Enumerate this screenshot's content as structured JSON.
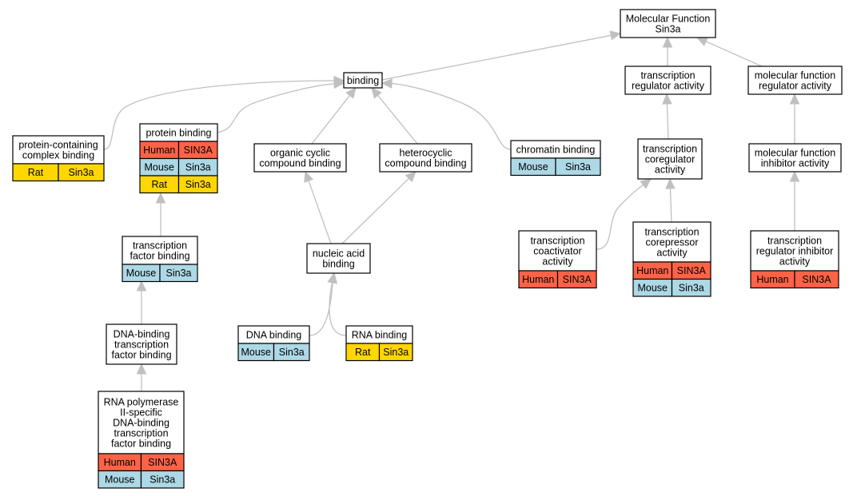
{
  "colors": {
    "Human": "#ff6347",
    "Mouse": "#add8e6",
    "Rat": "#ffd700"
  },
  "nodes": {
    "mf": {
      "lines": [
        "Molecular Function",
        "Sin3a"
      ],
      "genes": []
    },
    "binding": {
      "lines": [
        "binding"
      ],
      "genes": []
    },
    "tra": {
      "lines": [
        "transcription",
        "regulator activity"
      ],
      "genes": []
    },
    "mfra": {
      "lines": [
        "molecular function",
        "regulator activity"
      ],
      "genes": []
    },
    "pccb": {
      "lines": [
        "protein-containing",
        "complex binding"
      ],
      "genes": [
        [
          "Rat",
          "Sin3a"
        ]
      ]
    },
    "pb": {
      "lines": [
        "protein binding"
      ],
      "genes": [
        [
          "Human",
          "SIN3A"
        ],
        [
          "Mouse",
          "Sin3a"
        ],
        [
          "Rat",
          "Sin3a"
        ]
      ]
    },
    "occb": {
      "lines": [
        "organic cyclic",
        "compound binding"
      ],
      "genes": []
    },
    "hcb": {
      "lines": [
        "heterocyclic",
        "compound binding"
      ],
      "genes": []
    },
    "cb": {
      "lines": [
        "chromatin binding"
      ],
      "genes": [
        [
          "Mouse",
          "Sin3a"
        ]
      ]
    },
    "tcra": {
      "lines": [
        "transcription",
        "coregulator",
        "activity"
      ],
      "genes": []
    },
    "mfia": {
      "lines": [
        "molecular function",
        "inhibitor activity"
      ],
      "genes": []
    },
    "tfb": {
      "lines": [
        "transcription",
        "factor binding"
      ],
      "genes": [
        [
          "Mouse",
          "Sin3a"
        ]
      ]
    },
    "nab": {
      "lines": [
        "nucleic acid",
        "binding"
      ],
      "genes": []
    },
    "tcoa": {
      "lines": [
        "transcription",
        "coactivator",
        "activity"
      ],
      "genes": [
        [
          "Human",
          "SIN3A"
        ]
      ]
    },
    "tcora": {
      "lines": [
        "transcription",
        "corepressor",
        "activity"
      ],
      "genes": [
        [
          "Human",
          "SIN3A"
        ],
        [
          "Mouse",
          "Sin3a"
        ]
      ]
    },
    "tria": {
      "lines": [
        "transcription",
        "regulator inhibitor",
        "activity"
      ],
      "genes": [
        [
          "Human",
          "SIN3A"
        ]
      ]
    },
    "dbtfb": {
      "lines": [
        "DNA-binding",
        "transcription",
        "factor binding"
      ],
      "genes": []
    },
    "dnab": {
      "lines": [
        "DNA binding"
      ],
      "genes": [
        [
          "Mouse",
          "Sin3a"
        ]
      ]
    },
    "rnab": {
      "lines": [
        "RNA binding"
      ],
      "genes": [
        [
          "Rat",
          "Sin3a"
        ]
      ]
    },
    "rnap": {
      "lines": [
        "RNA polymerase",
        "II-specific",
        "DNA-binding",
        "transcription",
        "factor binding"
      ],
      "genes": [
        [
          "Human",
          "SIN3A"
        ],
        [
          "Mouse",
          "Sin3a"
        ]
      ]
    }
  },
  "edges": [
    {
      "from": "binding",
      "to": "mf"
    },
    {
      "from": "tra",
      "to": "mf"
    },
    {
      "from": "mfra",
      "to": "mf"
    },
    {
      "from": "pccb",
      "to": "binding"
    },
    {
      "from": "pb",
      "to": "binding"
    },
    {
      "from": "occb",
      "to": "binding"
    },
    {
      "from": "hcb",
      "to": "binding"
    },
    {
      "from": "cb",
      "to": "binding"
    },
    {
      "from": "tcra",
      "to": "tra"
    },
    {
      "from": "mfia",
      "to": "mfra"
    },
    {
      "from": "tfb",
      "to": "pb"
    },
    {
      "from": "nab",
      "to": "occb"
    },
    {
      "from": "nab",
      "to": "hcb"
    },
    {
      "from": "tcoa",
      "to": "tcra"
    },
    {
      "from": "tcora",
      "to": "tcra"
    },
    {
      "from": "tria",
      "to": "mfia"
    },
    {
      "from": "dbtfb",
      "to": "tfb"
    },
    {
      "from": "dnab",
      "to": "nab"
    },
    {
      "from": "rnab",
      "to": "nab"
    },
    {
      "from": "rnap",
      "to": "dbtfb"
    }
  ]
}
